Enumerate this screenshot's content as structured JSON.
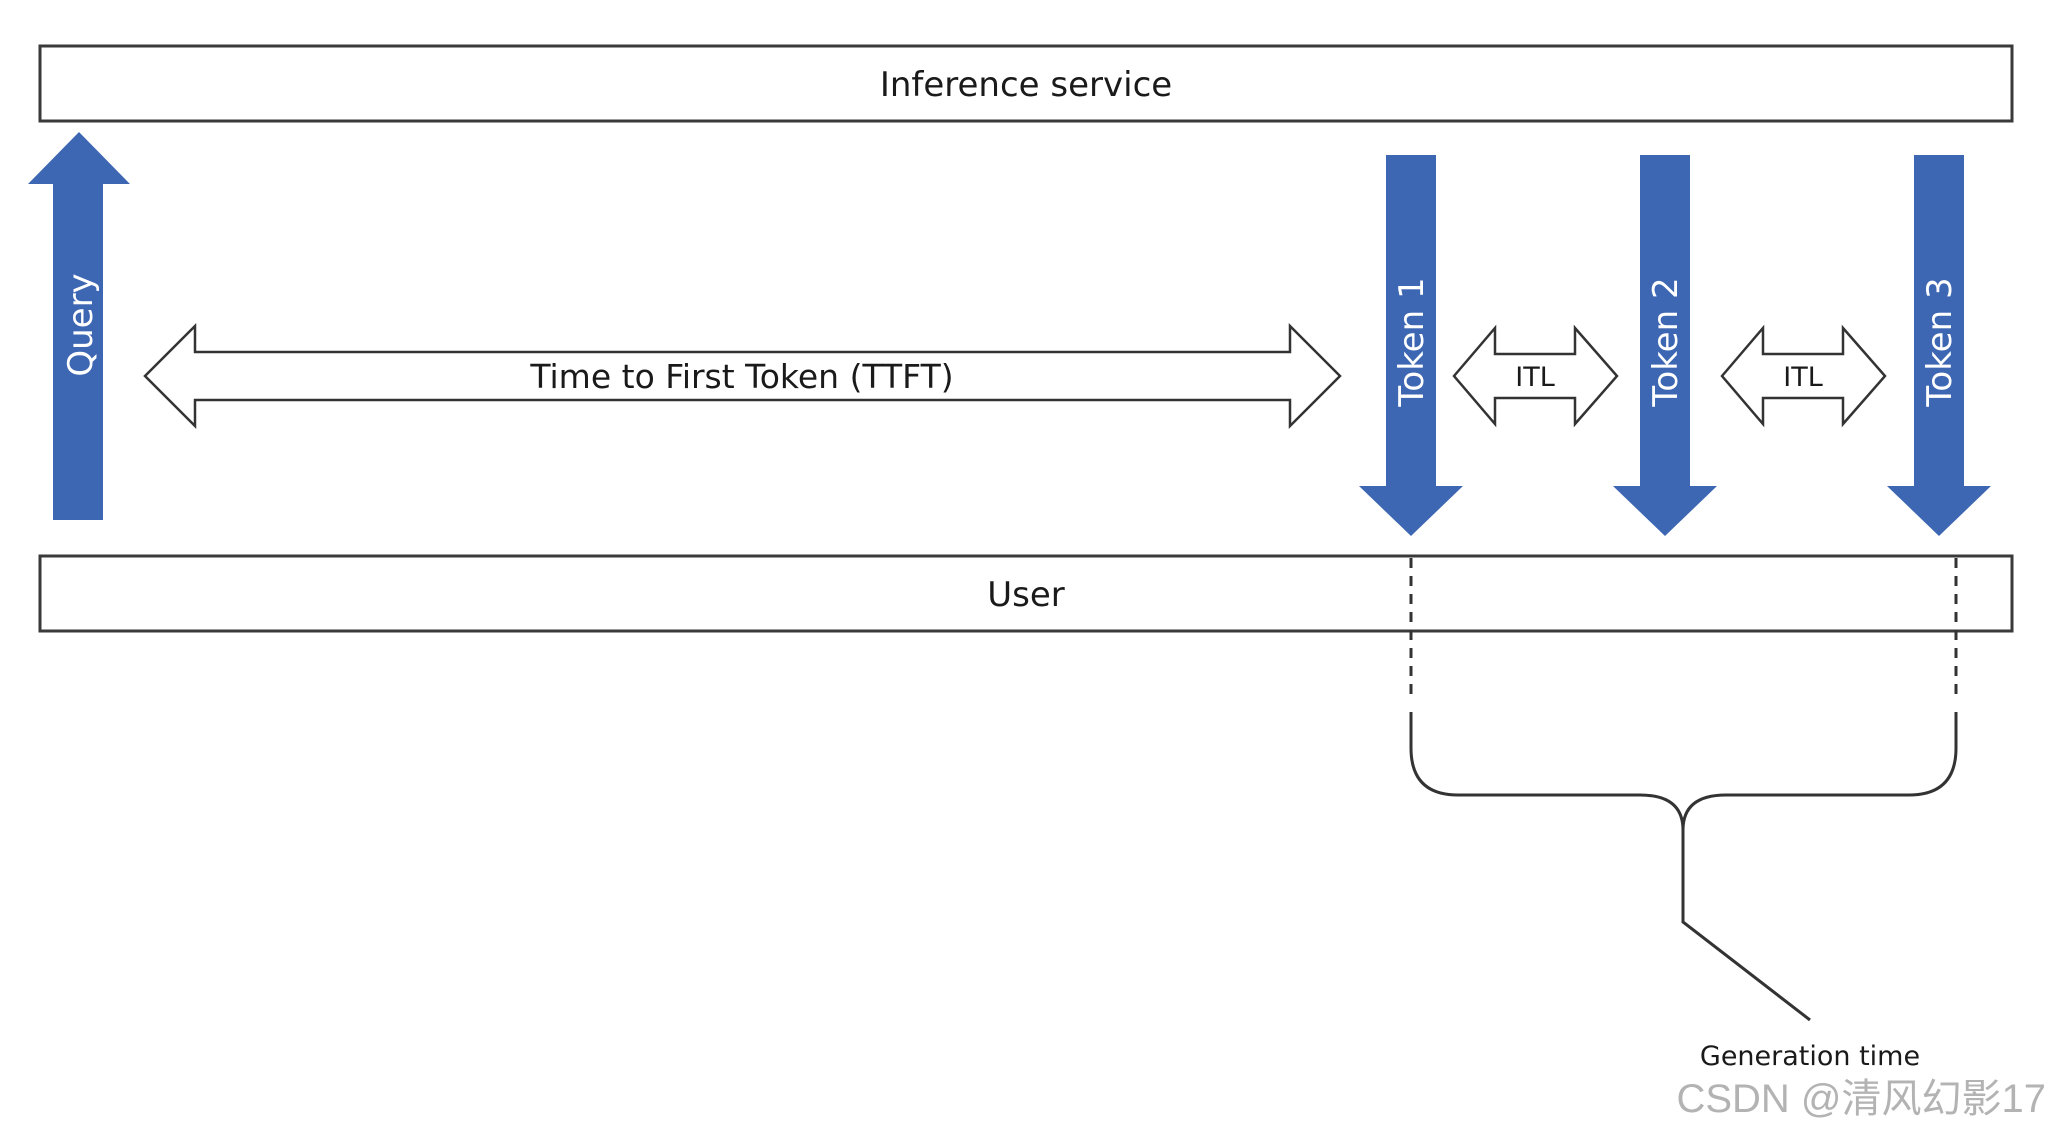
{
  "boxes": {
    "inference_service": "Inference service",
    "user": "User"
  },
  "arrows": {
    "query": "Query",
    "token_1": "Token 1",
    "token_2": "Token 2",
    "token_3": "Token 3"
  },
  "spans": {
    "ttft": "Time to First Token (TTFT)",
    "itl_1": "ITL",
    "itl_2": "ITL"
  },
  "annotations": {
    "generation_time": "Generation time"
  },
  "watermark": "CSDN @清风幻影17",
  "colors": {
    "arrow_blue": "#3d66b3",
    "box_border": "#3a3a3a",
    "line": "#333333"
  }
}
